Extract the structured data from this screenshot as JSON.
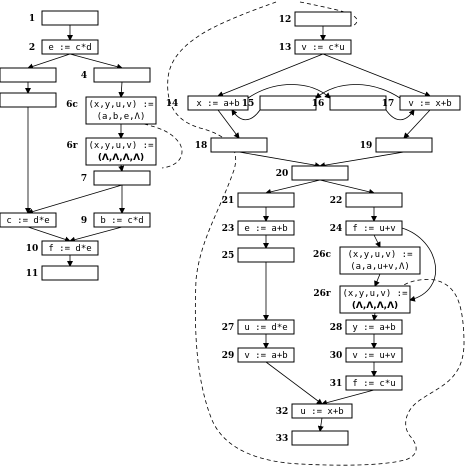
{
  "nodes": [
    {
      "id": "1",
      "label": "1",
      "lines": []
    },
    {
      "id": "2",
      "label": "2",
      "lines": [
        "e := c*d"
      ]
    },
    {
      "id": "L1",
      "label": "",
      "lines": []
    },
    {
      "id": "L2",
      "label": "",
      "lines": []
    },
    {
      "id": "4",
      "label": "4",
      "lines": []
    },
    {
      "id": "6c",
      "label": "6c",
      "lines": [
        "(x,y,u,v) :=",
        "(a,b,e,Λ)"
      ]
    },
    {
      "id": "6r",
      "label": "6r",
      "lines": [
        "(x,y,u,v) :=",
        "(Λ,Λ,Λ,Λ)"
      ]
    },
    {
      "id": "7",
      "label": "7",
      "lines": []
    },
    {
      "id": "L3",
      "label": "",
      "lines": [
        "c := d*e"
      ]
    },
    {
      "id": "9",
      "label": "9",
      "lines": [
        "b := c*d"
      ]
    },
    {
      "id": "10",
      "label": "10",
      "lines": [
        "f := d*e"
      ]
    },
    {
      "id": "11",
      "label": "11",
      "lines": []
    },
    {
      "id": "12",
      "label": "12",
      "lines": []
    },
    {
      "id": "13",
      "label": "13",
      "lines": [
        "v := c*u"
      ]
    },
    {
      "id": "14",
      "label": "14",
      "lines": [
        "x := a+b"
      ]
    },
    {
      "id": "15",
      "label": "15",
      "lines": []
    },
    {
      "id": "16",
      "label": "16",
      "lines": []
    },
    {
      "id": "17",
      "label": "17",
      "lines": [
        "v := x+b"
      ]
    },
    {
      "id": "18",
      "label": "18",
      "lines": []
    },
    {
      "id": "19",
      "label": "19",
      "lines": []
    },
    {
      "id": "20",
      "label": "20",
      "lines": []
    },
    {
      "id": "21",
      "label": "21",
      "lines": []
    },
    {
      "id": "22",
      "label": "22",
      "lines": []
    },
    {
      "id": "23",
      "label": "23",
      "lines": [
        "e := a+b"
      ]
    },
    {
      "id": "24",
      "label": "24",
      "lines": [
        "f := u+v"
      ]
    },
    {
      "id": "25",
      "label": "25",
      "lines": []
    },
    {
      "id": "26c",
      "label": "26c",
      "lines": [
        "(x,y,u,v) :=",
        "(a,a,u+v,Λ)"
      ]
    },
    {
      "id": "26r",
      "label": "26r",
      "lines": [
        "(x,y,u,v) :=",
        "(Λ,Λ,Λ,Λ)"
      ]
    },
    {
      "id": "27",
      "label": "27",
      "lines": [
        "u := d*e"
      ]
    },
    {
      "id": "28",
      "label": "28",
      "lines": [
        "y := a+b"
      ]
    },
    {
      "id": "29",
      "label": "29",
      "lines": [
        "v := a+b"
      ]
    },
    {
      "id": "30",
      "label": "30",
      "lines": [
        "v := u+v"
      ]
    },
    {
      "id": "31",
      "label": "31",
      "lines": [
        "f := c*u"
      ]
    },
    {
      "id": "32",
      "label": "32",
      "lines": [
        "u := x+b"
      ]
    },
    {
      "id": "33",
      "label": "33",
      "lines": []
    }
  ]
}
